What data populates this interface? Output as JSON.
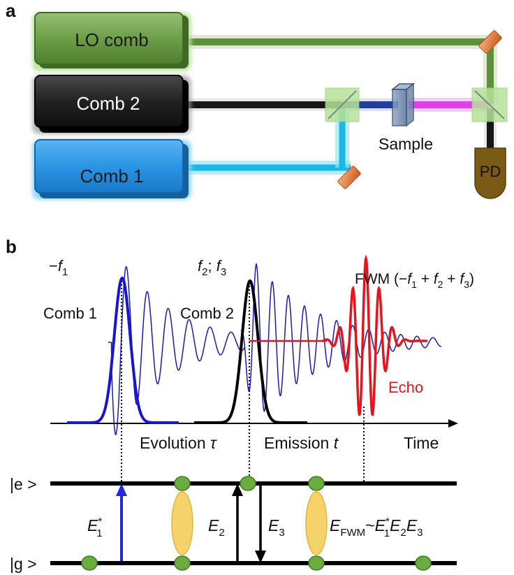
{
  "panel_a": {
    "label": "a",
    "lo_comb": "LO comb",
    "comb2": "Comb 2",
    "comb1": "Comb 1",
    "sample": "Sample",
    "pd": "PD"
  },
  "panel_b": {
    "label": "b",
    "comb1_freq": "−f1",
    "comb1_label": "Comb 1",
    "comb2_freq": "f2; f3",
    "comb2_label": "Comb 2",
    "fwm_label": "FWM (−f1 + f2 + f3)",
    "echo_label": "Echo",
    "evolution_label": "Evolution τ",
    "emission_label": "Emission t",
    "time_label": "Time",
    "excited_state": "|e >",
    "ground_state": "|g >",
    "e1_label": "E1*",
    "e2_label": "E2",
    "e3_label": "E3",
    "efwm_label": "EFWM~E1*E2E3"
  },
  "colors": {
    "lo_green": "#5f8f3a",
    "comb_black": "#1c1c1c",
    "comb_blue": "#1f8de0",
    "beam_magenta": "#e040e8",
    "beam_blue": "#1f3f9f",
    "mirror_orange": "#e07a3a",
    "splitter_green": "#b6e39a",
    "pd_brown": "#7a5a14",
    "pulse_blue": "#1717d0",
    "echo_red": "#e8141c",
    "level_green": "#6aac3e",
    "coherence_yellow": "#f6d36a"
  }
}
